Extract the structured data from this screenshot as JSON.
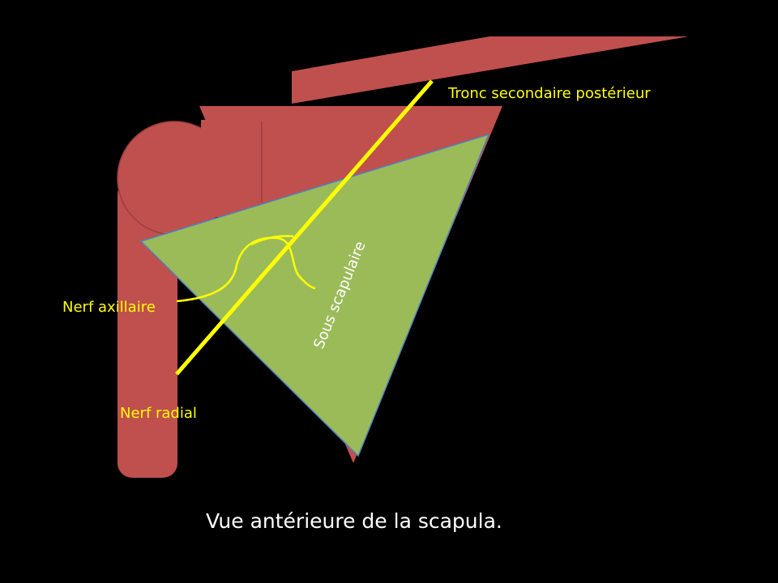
{
  "labels": {
    "tronc": "Tronc secondaire postérieur",
    "nerf_axillaire": "Nerf axillaire",
    "nerf_radial": "Nerf radial",
    "sous_scapulaire": "Sous scapulaire"
  },
  "caption": "Vue antérieure de la scapula.",
  "colors": {
    "background": "#000000",
    "bone": "#c0504d",
    "muscle": "#9bbb59",
    "muscle_edge": "#4f81bd",
    "nerve": "#ffff00",
    "label_text": "#ffff00",
    "muscle_label": "#ffffff",
    "caption_text": "#ffffff"
  }
}
